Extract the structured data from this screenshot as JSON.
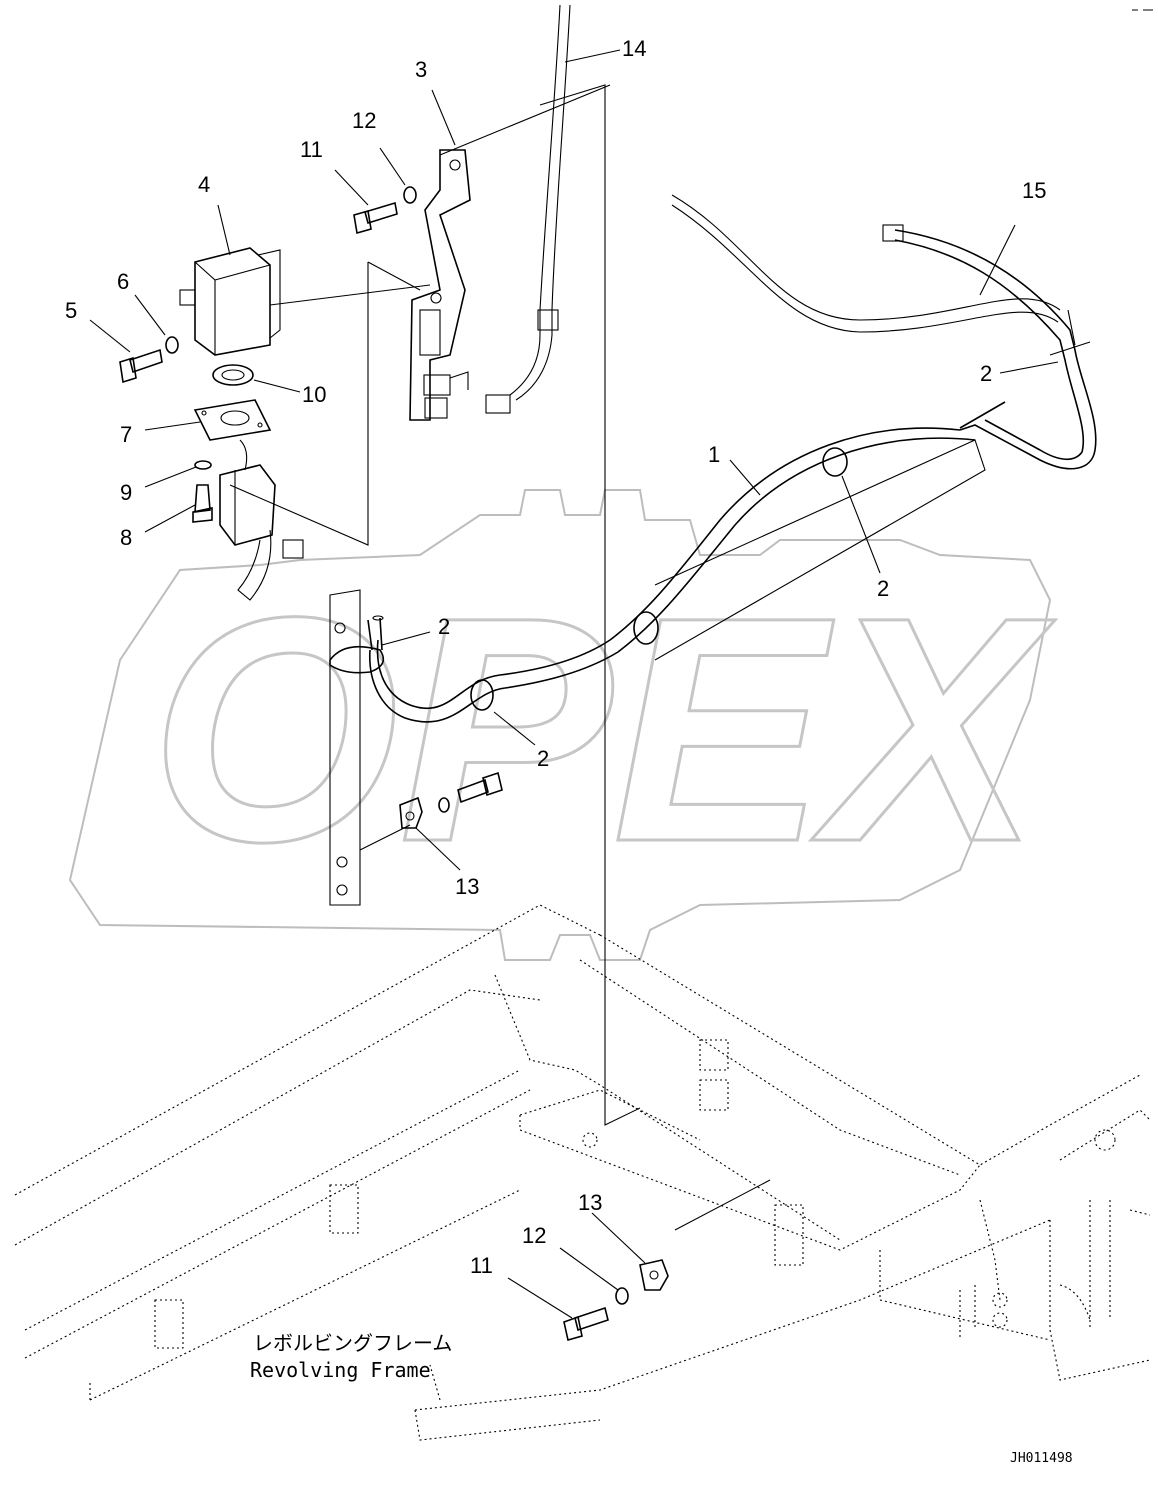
{
  "callouts": {
    "c1": "1",
    "c2a": "2",
    "c2b": "2",
    "c2c": "2",
    "c2d": "2",
    "c3": "3",
    "c4": "4",
    "c5": "5",
    "c6": "6",
    "c7": "7",
    "c8": "8",
    "c9": "9",
    "c10": "10",
    "c11a": "11",
    "c11b": "11",
    "c12a": "12",
    "c12b": "12",
    "c13a": "13",
    "c13b": "13",
    "c14": "14",
    "c15": "15"
  },
  "frame_label": {
    "jp": "レボルビングフレーム",
    "en": "Revolving Frame"
  },
  "drawing_number": "JH011498",
  "watermark": "OPEX",
  "colors": {
    "line": "#000000",
    "watermark": "#c6c6c6",
    "background": "#ffffff"
  }
}
